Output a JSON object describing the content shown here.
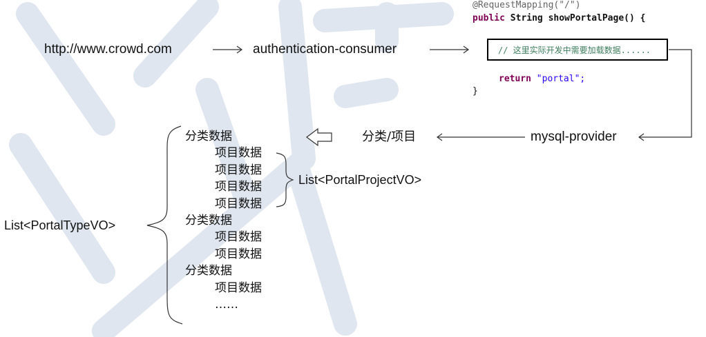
{
  "flow": {
    "url": "http://www.crowd.com",
    "consumer": "authentication-consumer",
    "provider": "mysql-provider",
    "category_project": "分类/项目"
  },
  "code": {
    "annotation": "@RequestMapping(\"/\")",
    "kw_public": "public",
    "signature": " String showPortalPage() {",
    "comment": "// 这里实际开发中需要加载数据......",
    "kw_return": "return",
    "return_value": " \"portal\";",
    "close_brace": "}"
  },
  "tree": {
    "outer_label": "List<PortalTypeVO>",
    "inner_label": "List<PortalProjectVO>",
    "items": [
      {
        "text": "分类数据",
        "indent": 0
      },
      {
        "text": "项目数据",
        "indent": 1
      },
      {
        "text": "项目数据",
        "indent": 1
      },
      {
        "text": "项目数据",
        "indent": 1
      },
      {
        "text": "项目数据",
        "indent": 1
      },
      {
        "text": "分类数据",
        "indent": 0
      },
      {
        "text": "项目数据",
        "indent": 1
      },
      {
        "text": "项目数据",
        "indent": 1
      },
      {
        "text": "分类数据",
        "indent": 0
      },
      {
        "text": "项目数据",
        "indent": 1
      },
      {
        "text": "……",
        "indent": 1
      }
    ]
  },
  "colors": {
    "watermark": "#dfe6ef",
    "code_box_border": "#000000",
    "arrow": "#333333"
  }
}
